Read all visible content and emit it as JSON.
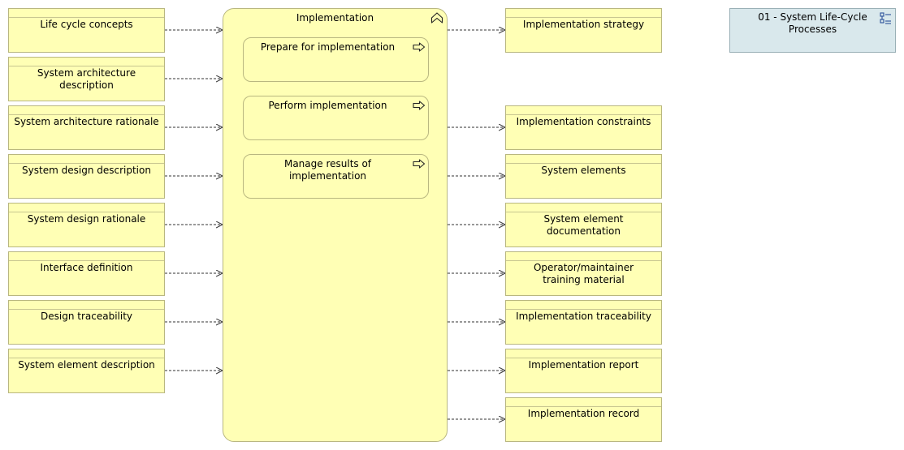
{
  "process": {
    "title": "Implementation",
    "activities": [
      {
        "label": "Prepare for implementation"
      },
      {
        "label": "Perform implementation"
      },
      {
        "label": "Manage results of implementation"
      }
    ]
  },
  "inputs": [
    {
      "label": "Life cycle concepts"
    },
    {
      "label": "System architecture description"
    },
    {
      "label": "System architecture rationale"
    },
    {
      "label": "System design description"
    },
    {
      "label": "System design rationale"
    },
    {
      "label": "Interface definition"
    },
    {
      "label": "Design traceability"
    },
    {
      "label": "System element description"
    }
  ],
  "outputs": [
    {
      "label": "Implementation strategy"
    },
    {
      "label": "Implementation constraints"
    },
    {
      "label": "System elements"
    },
    {
      "label": "System element documentation"
    },
    {
      "label": "Operator/maintainer training material"
    },
    {
      "label": "Implementation traceability"
    },
    {
      "label": "Implementation report"
    },
    {
      "label": "Implementation record"
    }
  ],
  "group": {
    "label": "01 - System Life-Cycle Processes"
  },
  "colors": {
    "element_fill": "#ffffb5",
    "element_border": "#b9b780",
    "group_fill": "#d9e8ec",
    "group_border": "#9ab0b6"
  }
}
